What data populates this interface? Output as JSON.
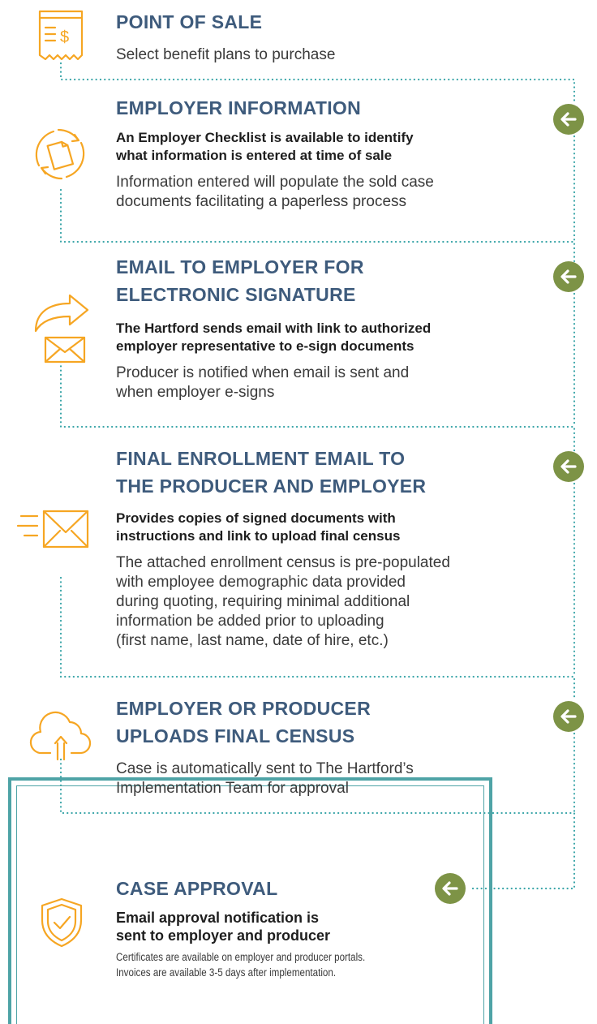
{
  "steps": [
    {
      "title": "POINT OF SALE",
      "body": "Select benefit plans to purchase"
    },
    {
      "title": "EMPLOYER INFORMATION",
      "bold": [
        "An Employer Checklist is available to identify",
        "what information is entered at time of sale"
      ],
      "body": [
        "Information entered will populate the sold case",
        "documents facilitating a paperless process"
      ]
    },
    {
      "title": [
        "EMAIL TO EMPLOYER FOR",
        "ELECTRONIC SIGNATURE"
      ],
      "bold": [
        "The Hartford sends email with link to authorized",
        "employer representative to e-sign documents"
      ],
      "body": [
        "Producer is notified when email is sent and",
        "when employer e-signs"
      ]
    },
    {
      "title": [
        "FINAL ENROLLMENT EMAIL TO",
        "THE PRODUCER AND EMPLOYER"
      ],
      "bold": [
        "Provides copies of signed documents with",
        "instructions and link to upload final census"
      ],
      "body": [
        "The attached enrollment census is pre-populated",
        "with employee demographic data provided",
        "during quoting, requiring minimal additional",
        "information be added prior to uploading",
        "(first name, last name, date of hire, etc.)"
      ]
    },
    {
      "title": [
        "EMPLOYER OR PRODUCER",
        "UPLOADS FINAL CENSUS"
      ],
      "body": [
        "Case is automatically sent to The Hartford’s",
        "Implementation Team for approval"
      ]
    },
    {
      "title": "CASE APPROVAL",
      "bold": [
        "Email approval notification is",
        "sent to employer and producer"
      ],
      "small": [
        "Certificates are available on employer and producer portals.",
        "Invoices are available 3-5 days after implementation."
      ]
    }
  ],
  "icons": [
    "receipt-dollar-icon",
    "refresh-document-icon",
    "forward-email-icon",
    "fast-email-icon",
    "cloud-upload-icon",
    "shield-check-icon"
  ],
  "colors": {
    "orange": "#f6a623",
    "navy": "#3e5b7c",
    "green": "#7d9346",
    "teal": "#4ea3a6",
    "dots": "#3aa5a8"
  }
}
